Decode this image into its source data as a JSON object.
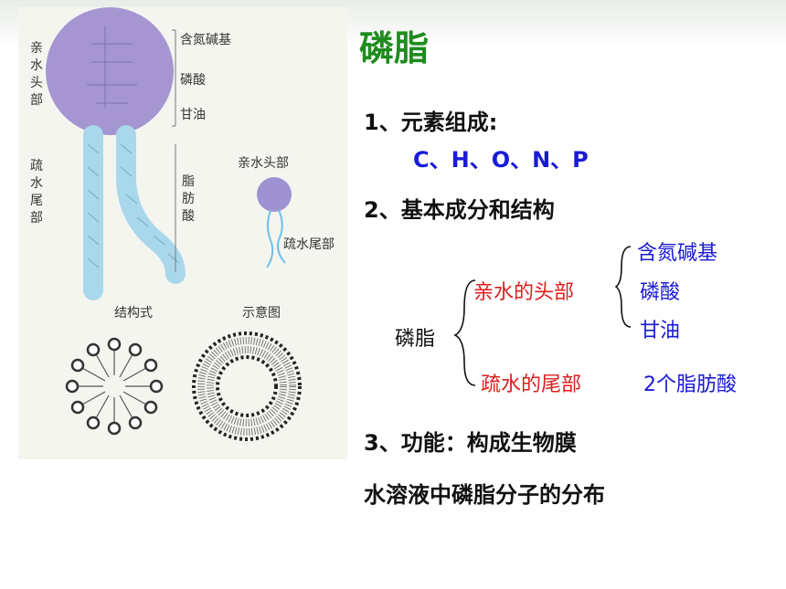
{
  "slide": {
    "title": "磷脂",
    "section1": {
      "heading": "1、元素组成:",
      "elements": "C、H、O、N、P"
    },
    "section2": {
      "heading": "2、基本成分和结构",
      "tree": {
        "root": "磷脂",
        "branches": [
          {
            "label": "亲水的头部",
            "children": [
              "含氮碱基",
              "磷酸",
              "甘油"
            ]
          },
          {
            "label": "疏水的尾部",
            "detail": "2个脂肪酸"
          }
        ]
      }
    },
    "section3": {
      "heading": "3、功能：构成生物膜"
    },
    "footer": "水溶液中磷脂分子的分布"
  },
  "figure": {
    "head_label": "亲水头部",
    "tail_label": "疏水尾部",
    "head_labels": [
      "含氮碱基",
      "磷酸",
      "甘油"
    ],
    "fatty_acid_label": "脂肪酸",
    "structural_caption": "结构式",
    "schematic_caption": "示意图",
    "schematic_head_label": "亲水头部",
    "schematic_tail_label": "疏水尾部",
    "colors": {
      "head": "#a596d2",
      "tail": "#a9d8ec",
      "schematic_head": "#9e92d2",
      "schematic_tail": "#6cc0e8"
    }
  }
}
